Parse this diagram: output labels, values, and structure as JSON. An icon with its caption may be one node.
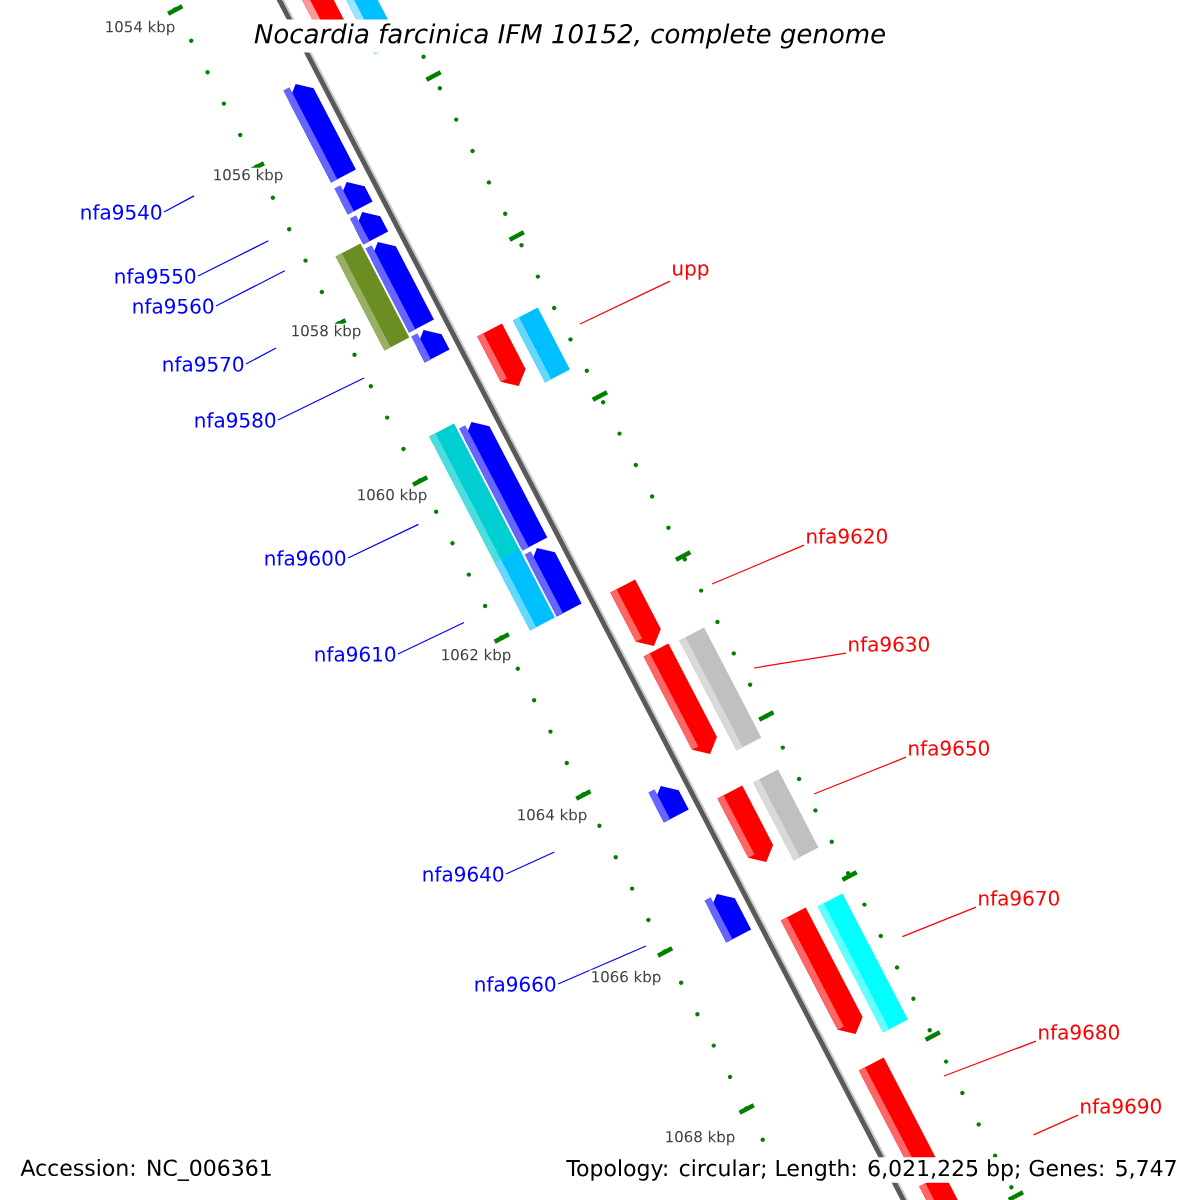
{
  "diagram": {
    "title": "Nocardia farcinica IFM 10152, complete genome",
    "nodes": [
      {
        "text": [
          "nfa9540"
        ]
      },
      {
        "text": [
          "upp"
        ]
      },
      {
        "text": [
          "nfa9550"
        ]
      },
      {
        "text": [
          "nfa9560"
        ]
      },
      {
        "text": [
          "nfa9570"
        ]
      },
      {
        "text": [
          "nfa9580"
        ]
      },
      {
        "text": [
          "nfa9620"
        ]
      },
      {
        "text": [
          "nfa9600"
        ]
      },
      {
        "text": [
          "nfa9630"
        ]
      },
      {
        "text": [
          "nfa9610"
        ]
      },
      {
        "text": [
          "nfa9650"
        ]
      },
      {
        "text": [
          "nfa9640"
        ]
      },
      {
        "text": [
          "nfa9670"
        ]
      },
      {
        "text": [
          "nfa9660"
        ]
      },
      {
        "text": [
          "nfa9680"
        ]
      },
      {
        "text": [
          "nfa9690"
        ]
      }
    ],
    "edges": [
      {
        "from": 0,
        "to": null,
        "arrow": "none"
      },
      {
        "from": 1,
        "to": null,
        "arrow": "none",
        "color": "#ff0000"
      },
      {
        "from": 2,
        "to": null,
        "arrow": "none"
      },
      {
        "from": 3,
        "to": null,
        "arrow": "none"
      },
      {
        "from": 4,
        "to": null,
        "arrow": "none"
      },
      {
        "from": 5,
        "to": null,
        "arrow": "none"
      },
      {
        "from": 6,
        "to": null,
        "arrow": "none",
        "color": "#ff0000"
      },
      {
        "from": 7,
        "to": null,
        "arrow": "none"
      },
      {
        "from": 8,
        "to": null,
        "arrow": "none",
        "color": "#ff0000"
      },
      {
        "from": 9,
        "to": null,
        "arrow": "none"
      },
      {
        "from": 10,
        "to": null,
        "arrow": "none",
        "color": "#ff0000"
      },
      {
        "from": 11,
        "to": null,
        "arrow": "none"
      },
      {
        "from": 12,
        "to": null,
        "arrow": "none",
        "color": "#ff0000"
      },
      {
        "from": 13,
        "to": null,
        "arrow": "none"
      },
      {
        "from": 14,
        "to": null,
        "arrow": "none",
        "color": "#ff0000"
      },
      {
        "from": 15,
        "to": null,
        "arrow": "none",
        "color": "#ff0000"
      }
    ],
    "labels": [
      "1054 kbp",
      "1056 kbp",
      "1058 kbp",
      "1060 kbp",
      "1062 kbp",
      "1064 kbp",
      "1066 kbp",
      "1068 kbp",
      "Accession: NC_006361",
      "Topology: circular; Length: 6,021,225 bp; Genes: 5,747"
    ]
  }
}
